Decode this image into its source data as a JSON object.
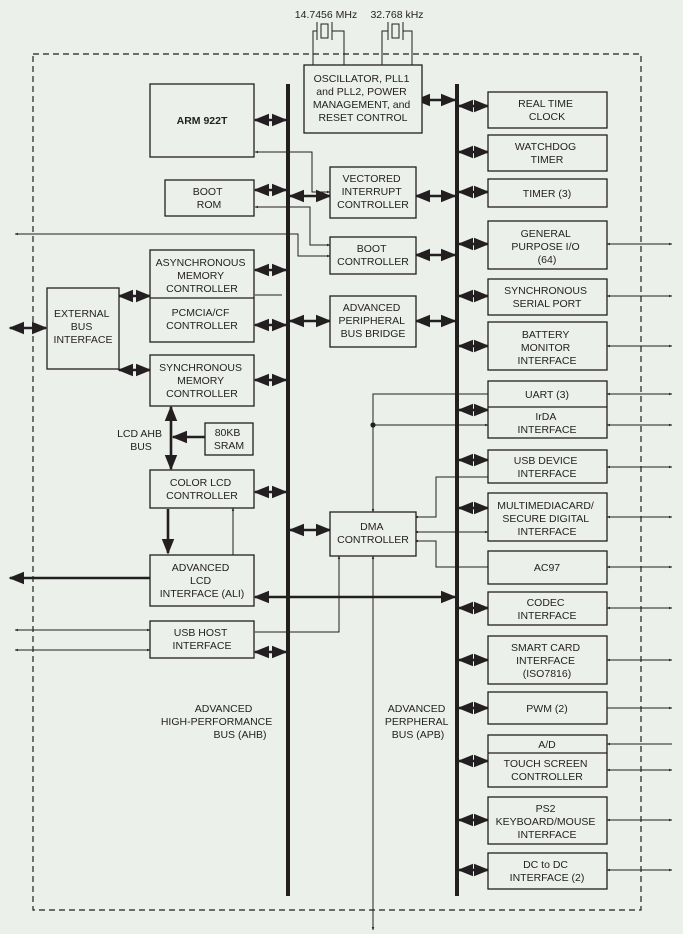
{
  "clocks": {
    "crystal_1": "14.7456 MHz",
    "crystal_2": "32.768 kHz"
  },
  "blocks": {
    "arm": "ARM 922T",
    "oscillator": [
      "OSCILLATOR, PLL1",
      "and PLL2, POWER",
      "MANAGEMENT, and",
      "RESET CONTROL"
    ],
    "boot_rom": [
      "BOOT",
      "ROM"
    ],
    "vic": [
      "VECTORED",
      "INTERRUPT",
      "CONTROLLER"
    ],
    "boot_controller": [
      "BOOT",
      "CONTROLLER"
    ],
    "async_mem": [
      "ASYNCHRONOUS",
      "MEMORY",
      "CONTROLLER"
    ],
    "pcmcia": [
      "PCMCIA/CF",
      "CONTROLLER"
    ],
    "external_bus": [
      "EXTERNAL",
      "BUS",
      "INTERFACE"
    ],
    "apb_bridge": [
      "ADVANCED",
      "PERIPHERAL",
      "BUS BRIDGE"
    ],
    "sync_mem": [
      "SYNCHRONOUS",
      "MEMORY",
      "CONTROLLER"
    ],
    "sram": [
      "80KB",
      "SRAM"
    ],
    "lcd_ahb": [
      "LCD AHB",
      "BUS"
    ],
    "color_lcd": [
      "COLOR LCD",
      "CONTROLLER"
    ],
    "dma": [
      "DMA",
      "CONTROLLER"
    ],
    "ali": [
      "ADVANCED",
      "LCD",
      "INTERFACE (ALI)"
    ],
    "usb_host": [
      "USB HOST",
      "INTERFACE"
    ],
    "rtc": [
      "REAL TIME",
      "CLOCK"
    ],
    "watchdog": [
      "WATCHDOG",
      "TIMER"
    ],
    "timer": [
      "TIMER (3)"
    ],
    "gpio": [
      "GENERAL",
      "PURPOSE I/O",
      "(64)"
    ],
    "ssp": [
      "SYNCHRONOUS",
      "SERIAL PORT"
    ],
    "battery": [
      "BATTERY",
      "MONITOR",
      "INTERFACE"
    ],
    "uart": [
      "UART (3)"
    ],
    "irda": [
      "IrDA",
      "INTERFACE"
    ],
    "usb_device": [
      "USB DEVICE",
      "INTERFACE"
    ],
    "mmc": [
      "MULTIMEDIACARD/",
      "SECURE DIGITAL",
      "INTERFACE"
    ],
    "ac97": [
      "AC97"
    ],
    "codec": [
      "CODEC",
      "INTERFACE"
    ],
    "smartcard": [
      "SMART CARD",
      "INTERFACE",
      "(ISO7816)"
    ],
    "pwm": [
      "PWM (2)"
    ],
    "ad": [
      "A/D"
    ],
    "touch": [
      "TOUCH SCREEN",
      "CONTROLLER"
    ],
    "ps2": [
      "PS2",
      "KEYBOARD/MOUSE",
      "INTERFACE"
    ],
    "dcdc": [
      "DC to DC",
      "INTERFACE (2)"
    ]
  },
  "buses": {
    "ahb": [
      "ADVANCED",
      "HIGH-PERFORMANCE",
      "BUS (AHB)"
    ],
    "apb": [
      "ADVANCED",
      "PERPHERAL",
      "BUS (APB)"
    ]
  }
}
